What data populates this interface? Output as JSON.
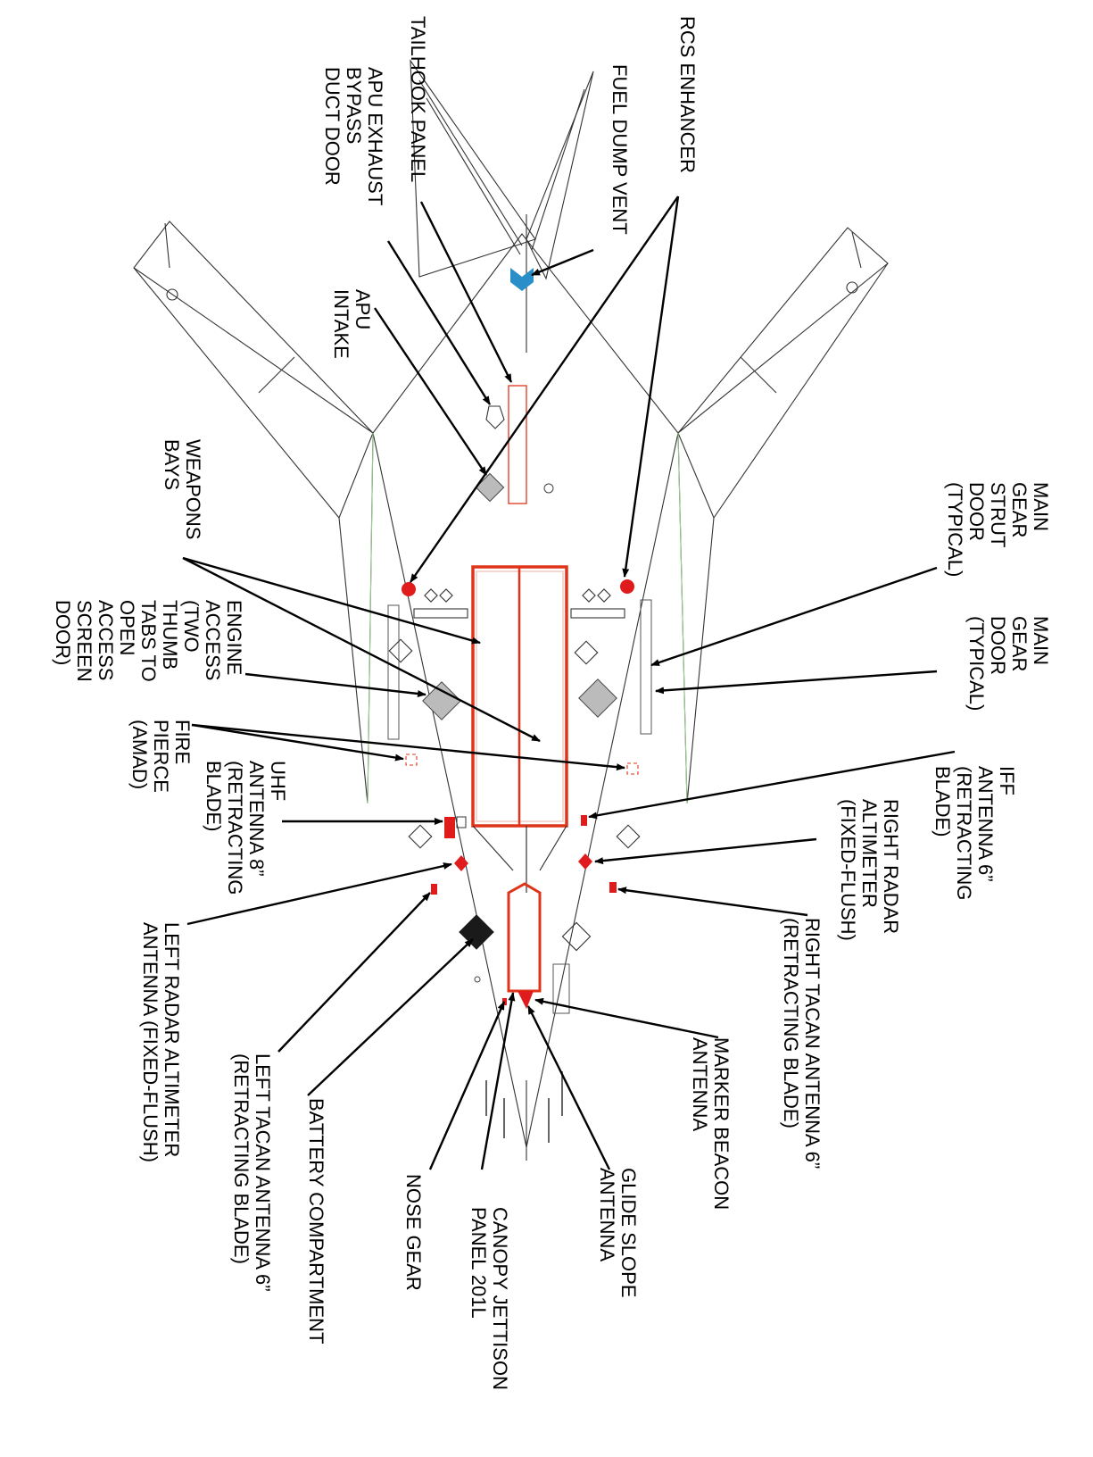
{
  "diagram": {
    "labels": {
      "rcs_enhancer": "RCS ENHANCER",
      "fuel_dump_vent": "FUEL DUMP VENT",
      "tailhook_panel": "TAILHOOK PANEL",
      "apu_exhaust": "APU EXHAUST\nBYPASS\nDUCT DOOR",
      "apu_intake": "APU\nINTAKE",
      "main_gear_strut_door": "MAIN\nGEAR\nSTRUT\nDOOR\n(TYPICAL)",
      "main_gear_door": "MAIN\nGEAR\nDOOR\n(TYPICAL)",
      "weapons_bays": "WEAPONS\nBAYS",
      "engine_access": "ENGINE\nACCESS\n(TWO\nTHUMB\nTABS TO\nOPEN\nACCESS\nSCREEN\nDOOR)",
      "fire_pierce": "FIRE\nPIERCE\n(AMAD)",
      "uhf_antenna": "UHF\nANTENNA 8”\n(RETRACTING\nBLADE)",
      "iff_antenna": "IFF\nANTENNA 6”\n(RETRACTING\nBLADE)",
      "right_radar_altimeter": "RIGHT RADAR\nALTIMETER\n(FIXED-FLUSH)",
      "right_tacan": "RIGHT TACAN ANTENNA 6”\n(RETRACTING BLADE)",
      "marker_beacon": "MARKER BEACON\nANTENNA",
      "glide_slope": "GLIDE SLOPE\nANTENNA",
      "canopy_jettison": "CANOPY JETTISON\nPANEL 201L",
      "nose_gear": "NOSE GEAR",
      "battery_compartment": "BATTERY COMPARTMENT",
      "left_tacan": "LEFT TACAN ANTENNA 6”\n(RETRACTING BLADE)",
      "left_radar_altimeter": "LEFT RADAR ALTIMETER\nANTENNA (FIXED-FLUSH)"
    },
    "colors": {
      "outline": "#333333",
      "accent_red": "#e0341a",
      "marker_red": "#e01b1b",
      "vent_blue": "#2a8fc8",
      "leader": "#000000"
    }
  }
}
